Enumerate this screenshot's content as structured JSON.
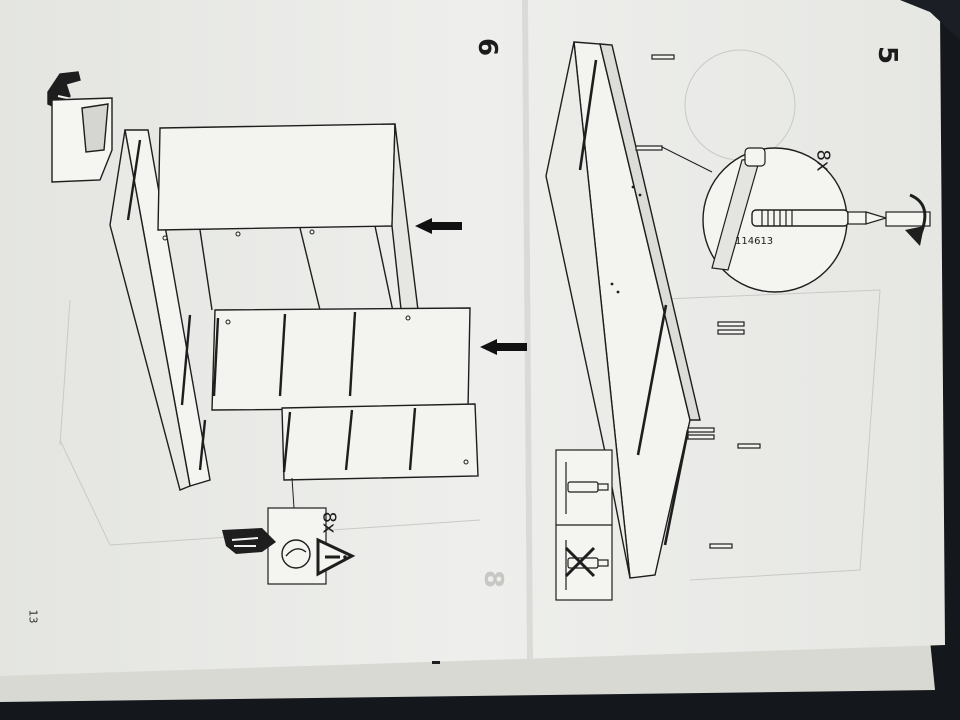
{
  "manual_page": {
    "page_number": "13",
    "steps": [
      {
        "number": "6",
        "quantity": "8x",
        "has_warning_triangle": true
      },
      {
        "number": "5",
        "quantity": "8x",
        "part_number": "114613"
      }
    ],
    "faded_step_number": "8"
  },
  "colors": {
    "paper": "#ecedea",
    "line": "#1e1e1e",
    "background": "#14171c",
    "shadow": "#b9bbb8"
  },
  "icons": [
    "pointing-hand-icon",
    "warning-triangle-icon",
    "insert-arrow-icon",
    "rotate-arrow-icon",
    "dowel-icon",
    "do-not-icon"
  ]
}
